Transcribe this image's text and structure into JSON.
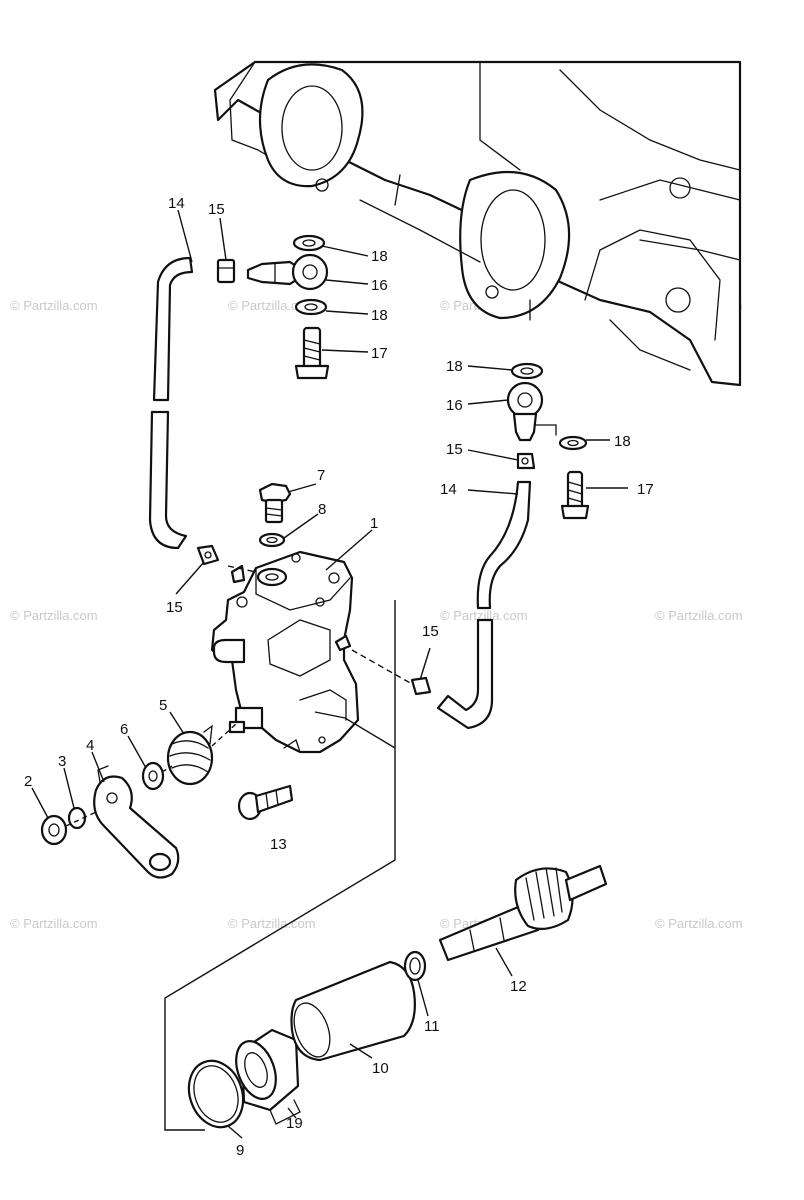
{
  "watermark": "© Partzilla.com",
  "callouts": {
    "c1": "1",
    "c2": "2",
    "c3": "3",
    "c4": "4",
    "c5": "5",
    "c6": "6",
    "c7": "7",
    "c8": "8",
    "c9": "9",
    "c10": "10",
    "c11": "11",
    "c12": "12",
    "c13": "13",
    "c14": "14",
    "c15": "15",
    "c16": "16",
    "c17": "17",
    "c18": "18",
    "c19": "19"
  }
}
